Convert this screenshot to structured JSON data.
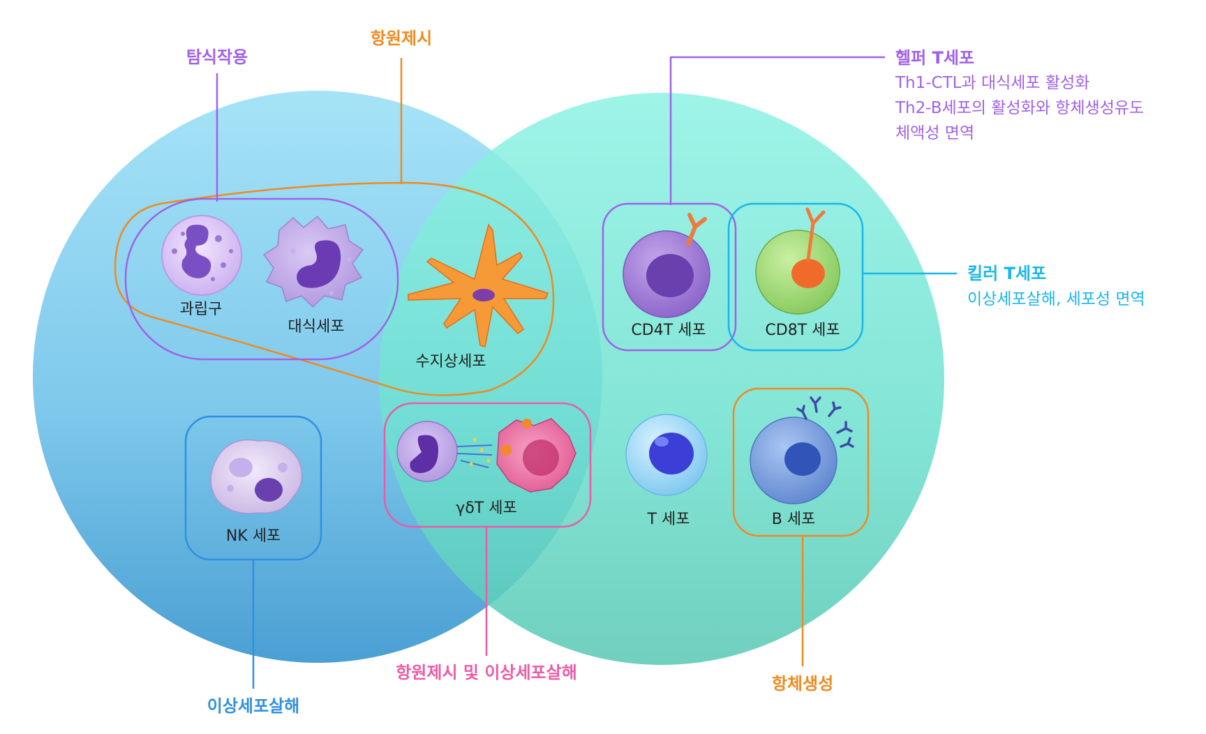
{
  "labels": {
    "phagocytosis": "탐식작용",
    "antigen_presentation": "항원제시",
    "helper_t": {
      "title": "헬퍼 T세포",
      "lines": [
        "Th1-CTL과 대식세포 활성화",
        "Th2-B세포의 활성화와 항체생성유도",
        "체액성 면역"
      ]
    },
    "killer_t": {
      "title": "킬러 T세포",
      "line": "이상세포살해, 세포성 면역"
    },
    "nk_function": "이상세포살해",
    "gd_function": "항원제시 및 이상세포살해",
    "antibody": "항체생성"
  },
  "cells": {
    "granulocyte": "과립구",
    "macrophage": "대식세포",
    "dendritic": "수지상세포",
    "cd4t": "CD4T 세포",
    "cd8t": "CD8T 세포",
    "nk": "NK 세포",
    "gdt": "γδT 세포",
    "t": "T 세포",
    "b": "B 세포"
  },
  "colors": {
    "purple": "#a160e8",
    "orange": "#ef8a1f",
    "cyan": "#18b6ea",
    "blue": "#2f8fe0",
    "pink": "#ec5aa8",
    "left_circle_top": "#a6e3f7",
    "right_circle_top": "#8ff2e4"
  }
}
